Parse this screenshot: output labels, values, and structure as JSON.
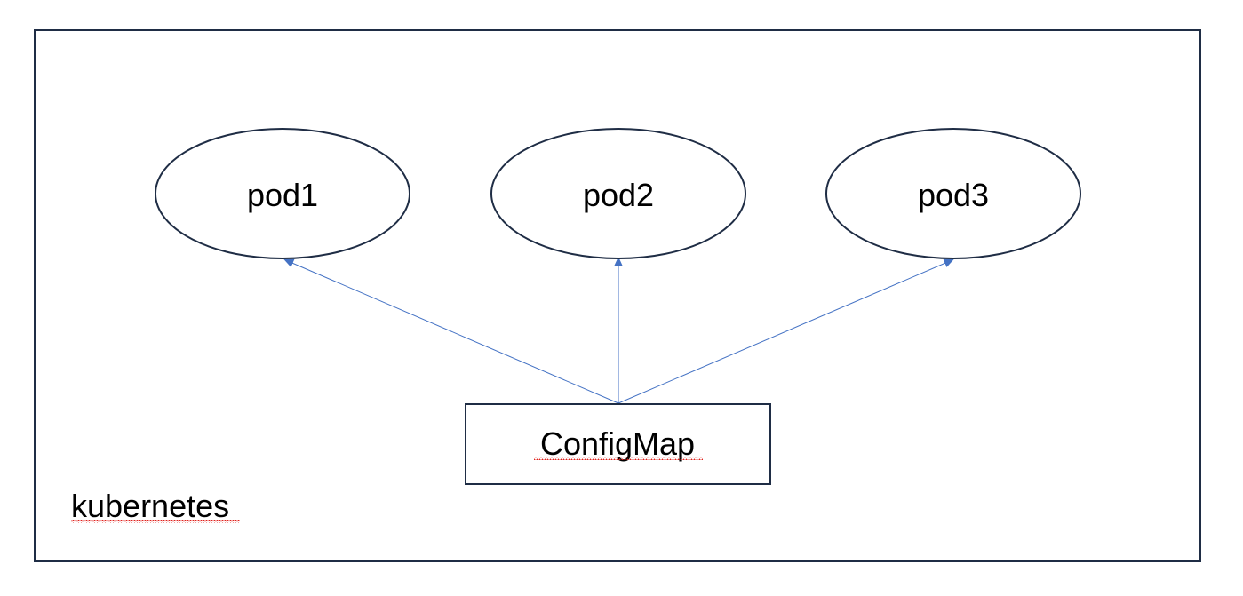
{
  "diagram": {
    "container": {
      "label": "kubernetes",
      "label_spellcheck_underline": true
    },
    "pods": [
      {
        "label": "pod1"
      },
      {
        "label": "pod2"
      },
      {
        "label": "pod3"
      }
    ],
    "configmap": {
      "label": "ConfigMap",
      "label_spellcheck_underline": true
    },
    "edges": [
      {
        "from": "ConfigMap",
        "to": "pod1"
      },
      {
        "from": "ConfigMap",
        "to": "pod2"
      },
      {
        "from": "ConfigMap",
        "to": "pod3"
      }
    ]
  },
  "colors": {
    "outline": "#1f2d45",
    "arrow": "#4472c4",
    "spellcheck": "#e0201b",
    "background": "#ffffff"
  }
}
